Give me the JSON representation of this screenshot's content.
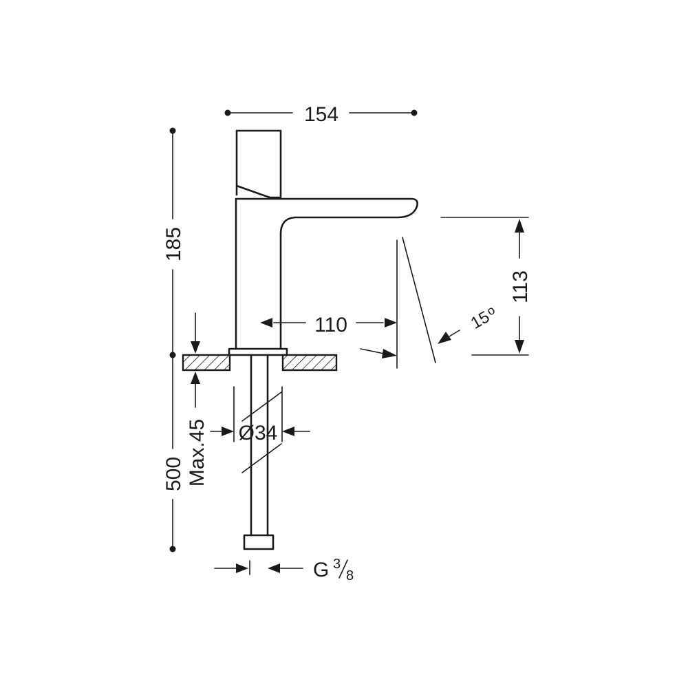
{
  "dimensions": {
    "width": "154",
    "height": "185",
    "spout_height": "113",
    "spout_reach": "110",
    "angle": "15",
    "angle_unit": "o",
    "max_thickness": "Max.45",
    "hole_diameter": "Ø34",
    "hose_length": "500",
    "connection_prefix": "G",
    "connection_num": "3",
    "connection_den": "8"
  }
}
